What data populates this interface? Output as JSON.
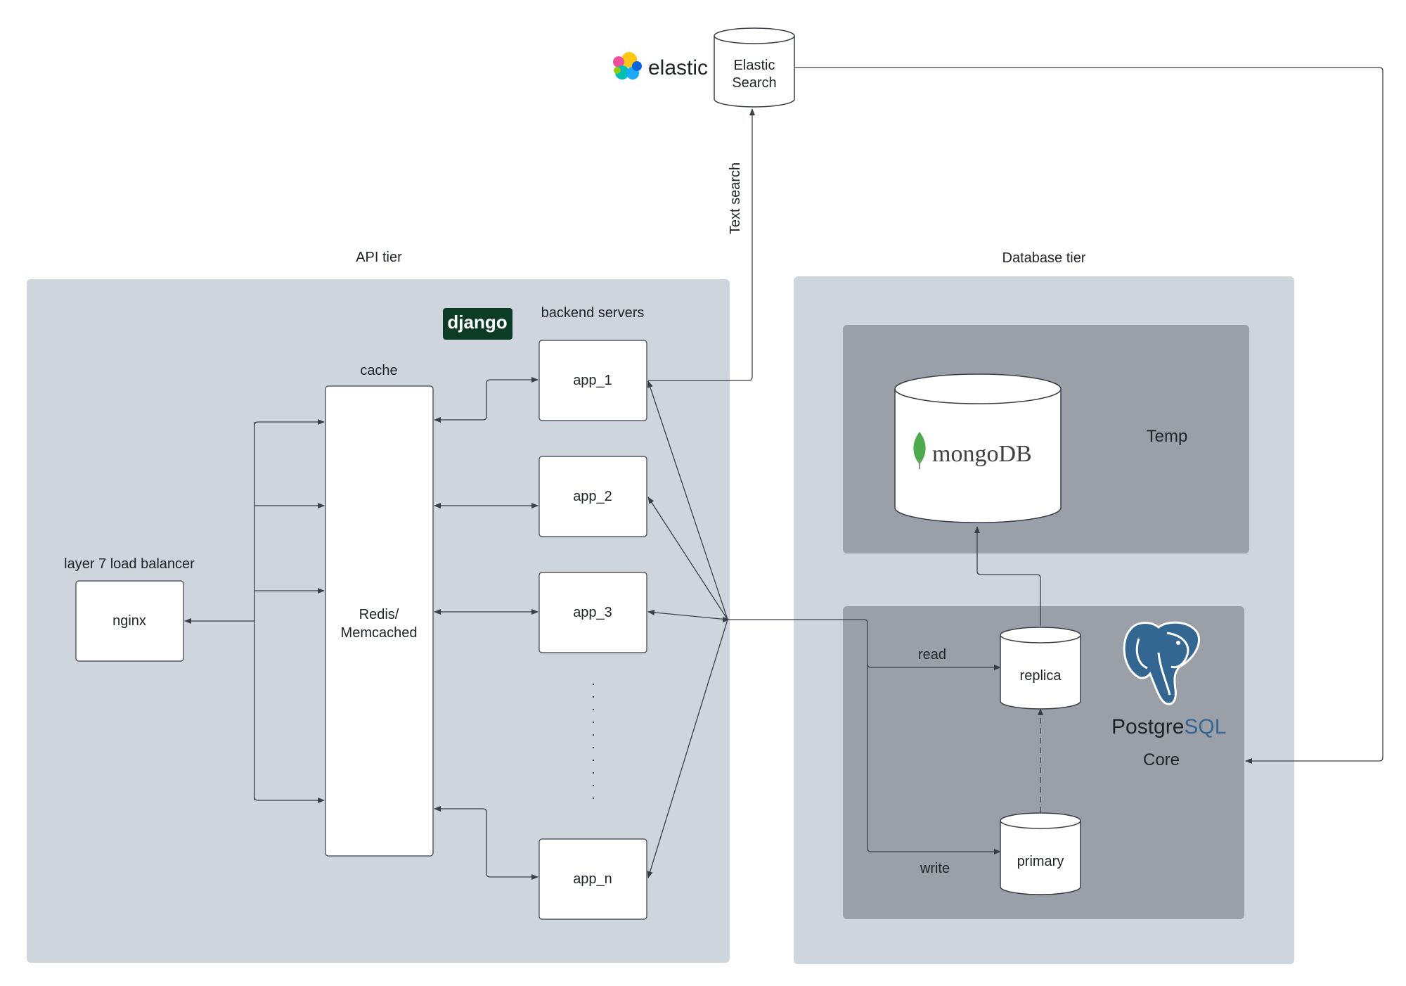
{
  "tiers": {
    "api": "API tier",
    "database": "Database tier"
  },
  "labels": {
    "backend_servers": "backend servers",
    "cache": "cache",
    "load_balancer": "layer 7 load balancer",
    "text_search": "Text search",
    "read": "read",
    "write": "write",
    "temp": "Temp",
    "core": "Core"
  },
  "nodes": {
    "nginx": "nginx",
    "cache_line1": "Redis/",
    "cache_line2": "Memcached",
    "app_1": "app_1",
    "app_2": "app_2",
    "app_3": "app_3",
    "app_n": "app_n",
    "elastic_line1": "Elastic",
    "elastic_line2": "Search",
    "replica": "replica",
    "primary": "primary"
  },
  "logos": {
    "django": "django",
    "elastic": "elastic",
    "mongodb": "mongoDB",
    "postgres_a": "Postgre",
    "postgres_b": "SQL"
  },
  "icons": {
    "elastic": "elastic-logo-icon",
    "mongodb": "mongodb-leaf-icon",
    "postgres": "postgresql-elephant-icon"
  },
  "colors": {
    "tier_bg": "#cfd5dd",
    "group_bg": "#9a9fa8",
    "django_bg": "#0c3c26",
    "postgres_blue": "#336791",
    "mongo_green": "#4fa94d",
    "line": "#3a3f47"
  }
}
